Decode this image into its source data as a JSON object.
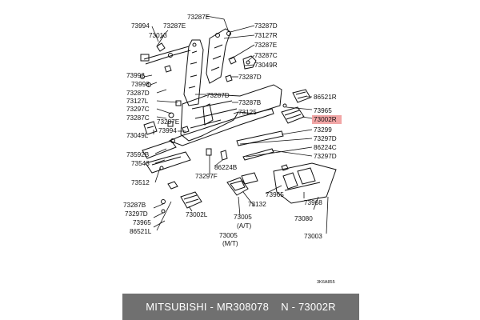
{
  "parts": [
    {
      "id": "p1",
      "number": "73287E"
    },
    {
      "id": "p2",
      "number": "73994"
    },
    {
      "id": "p3",
      "number": "73287E"
    },
    {
      "id": "p4",
      "number": "73013"
    },
    {
      "id": "p5",
      "number": "73287D"
    },
    {
      "id": "p6",
      "number": "73127R"
    },
    {
      "id": "p7",
      "number": "73287E"
    },
    {
      "id": "p8",
      "number": "73287C"
    },
    {
      "id": "p9",
      "number": "73049R"
    },
    {
      "id": "p10",
      "number": "73992"
    },
    {
      "id": "p11",
      "number": "73998"
    },
    {
      "id": "p12",
      "number": "73287D"
    },
    {
      "id": "p13",
      "number": "73287D"
    },
    {
      "id": "p14",
      "number": "86521R"
    },
    {
      "id": "p15",
      "number": "73127L"
    },
    {
      "id": "p16",
      "number": "73287D"
    },
    {
      "id": "p17",
      "number": "73287B"
    },
    {
      "id": "p18",
      "number": "73965"
    },
    {
      "id": "p19",
      "number": "73297C"
    },
    {
      "id": "p20",
      "number": "73125"
    },
    {
      "id": "p21",
      "number": "73002R",
      "highlight": true
    },
    {
      "id": "p22",
      "number": "73287C"
    },
    {
      "id": "p23",
      "number": "73287E"
    },
    {
      "id": "p24",
      "number": "73994"
    },
    {
      "id": "p25",
      "number": "73299"
    },
    {
      "id": "p26",
      "number": "73049L"
    },
    {
      "id": "p27",
      "number": "73297D"
    },
    {
      "id": "p28",
      "number": "86224C"
    },
    {
      "id": "p29",
      "number": "73592B"
    },
    {
      "id": "p30",
      "number": "73297D"
    },
    {
      "id": "p31",
      "number": "73543"
    },
    {
      "id": "p32",
      "number": "86224B"
    },
    {
      "id": "p33",
      "number": "73297F"
    },
    {
      "id": "p34",
      "number": "73512"
    },
    {
      "id": "p35",
      "number": "73965"
    },
    {
      "id": "p36",
      "number": "73968"
    },
    {
      "id": "p37",
      "number": "73287B"
    },
    {
      "id": "p38",
      "number": "73132"
    },
    {
      "id": "p39",
      "number": "73297D"
    },
    {
      "id": "p40",
      "number": "73002L"
    },
    {
      "id": "p41",
      "number": "73005"
    },
    {
      "id": "p42",
      "number": "(A/T)"
    },
    {
      "id": "p43",
      "number": "73080"
    },
    {
      "id": "p44",
      "number": "73965"
    },
    {
      "id": "p45",
      "number": "86521L"
    },
    {
      "id": "p46",
      "number": "73003"
    },
    {
      "id": "p47",
      "number": "73005"
    },
    {
      "id": "p48",
      "number": "(M/T)"
    }
  ],
  "diagram_code": "3K6A855",
  "footer": {
    "brand": "MITSUBISHI",
    "separator": " - ",
    "part_number": "MR308078",
    "spacer": "    ",
    "ref": "N - 73002R"
  },
  "colors": {
    "highlight": "#f2a6a6",
    "footer_bg": "#707070",
    "footer_text": "#ffffff"
  }
}
